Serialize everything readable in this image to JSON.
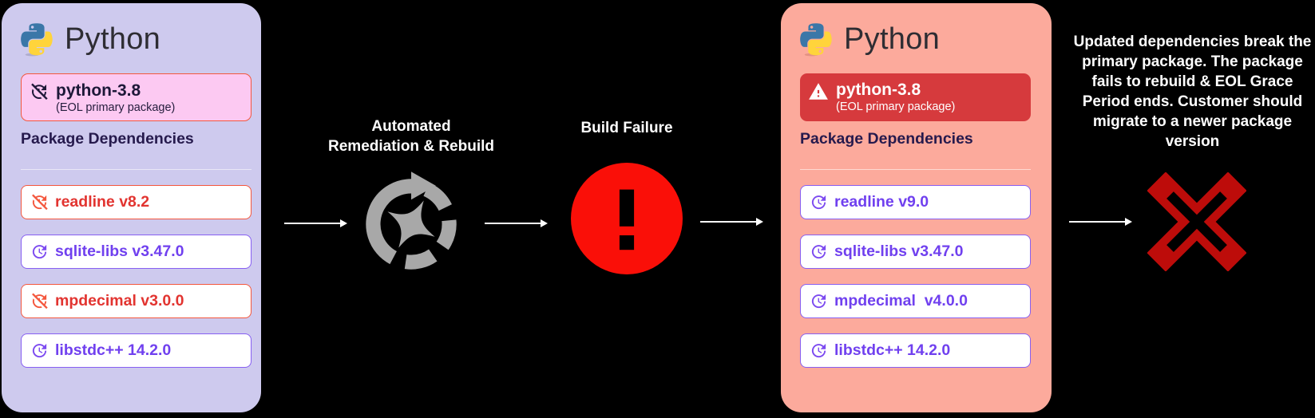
{
  "colors": {
    "background": "#000000",
    "left_panel_bg": "#cecaee",
    "right_panel_bg": "#fcaa9c",
    "primary_pink_bg": "#fcc9f2",
    "primary_alert_bg": "#d63a3d",
    "eol_red_text": "#e23430",
    "eol_red_border": "#f4573d",
    "updated_purple_text": "#7040ef",
    "updated_purple_border": "#875ff2",
    "build_failure_red": "#fa0f08",
    "fail_x_dark_red": "#bd0c0a",
    "rebuild_gray": "#a8a8a8",
    "heading_dark_purple": "#261a4d"
  },
  "left_panel": {
    "title": "Python",
    "primary_package": {
      "name": "python-3.8",
      "note": "(EOL primary package)"
    },
    "section_heading": "Package Dependencies",
    "dependencies": [
      {
        "label": "readline v8.2",
        "status": "eol"
      },
      {
        "label": "sqlite-libs v3.47.0",
        "status": "updatable"
      },
      {
        "label": "mpdecimal v3.0.0",
        "status": "eol"
      },
      {
        "label": "libstdc++ 14.2.0",
        "status": "updatable"
      }
    ]
  },
  "flow": {
    "remediation_label": "Automated\nRemediation & Rebuild",
    "failure_label": "Build Failure"
  },
  "right_panel": {
    "title": "Python",
    "primary_package": {
      "name": "python-3.8",
      "note": "(EOL primary package)"
    },
    "section_heading": "Package Dependencies",
    "dependencies": [
      {
        "label": "readline v9.0",
        "status": "updated"
      },
      {
        "label": "sqlite-libs v3.47.0",
        "status": "updated"
      },
      {
        "label": "mpdecimal  v4.0.0",
        "status": "updated"
      },
      {
        "label": "libstdc++ 14.2.0",
        "status": "updated"
      }
    ]
  },
  "outcome": {
    "message": "Updated dependencies break the primary package. The package fails to rebuild & EOL Grace Period ends. Customer should migrate to a newer package version"
  }
}
